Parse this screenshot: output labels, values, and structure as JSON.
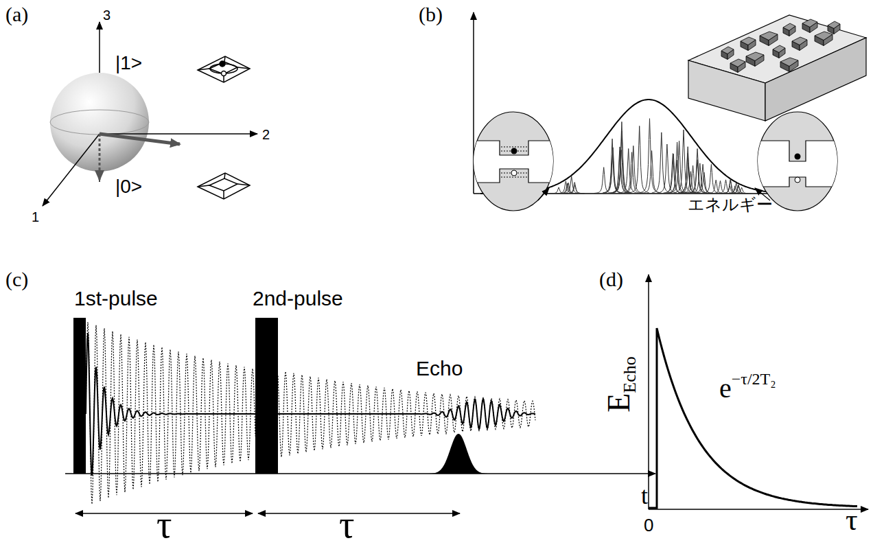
{
  "diagram": {
    "labels": [
      "(a)",
      "3",
      "|1>",
      "2",
      "1",
      "|0>",
      "(b)",
      "エネルギー",
      "(c)",
      "1st-pulse",
      "2nd-pulse",
      "Echo",
      "τ",
      "τ",
      "t",
      "(d)",
      "E",
      "Echo",
      "e",
      "−τ/2T₂",
      "0",
      "τ"
    ]
  }
}
